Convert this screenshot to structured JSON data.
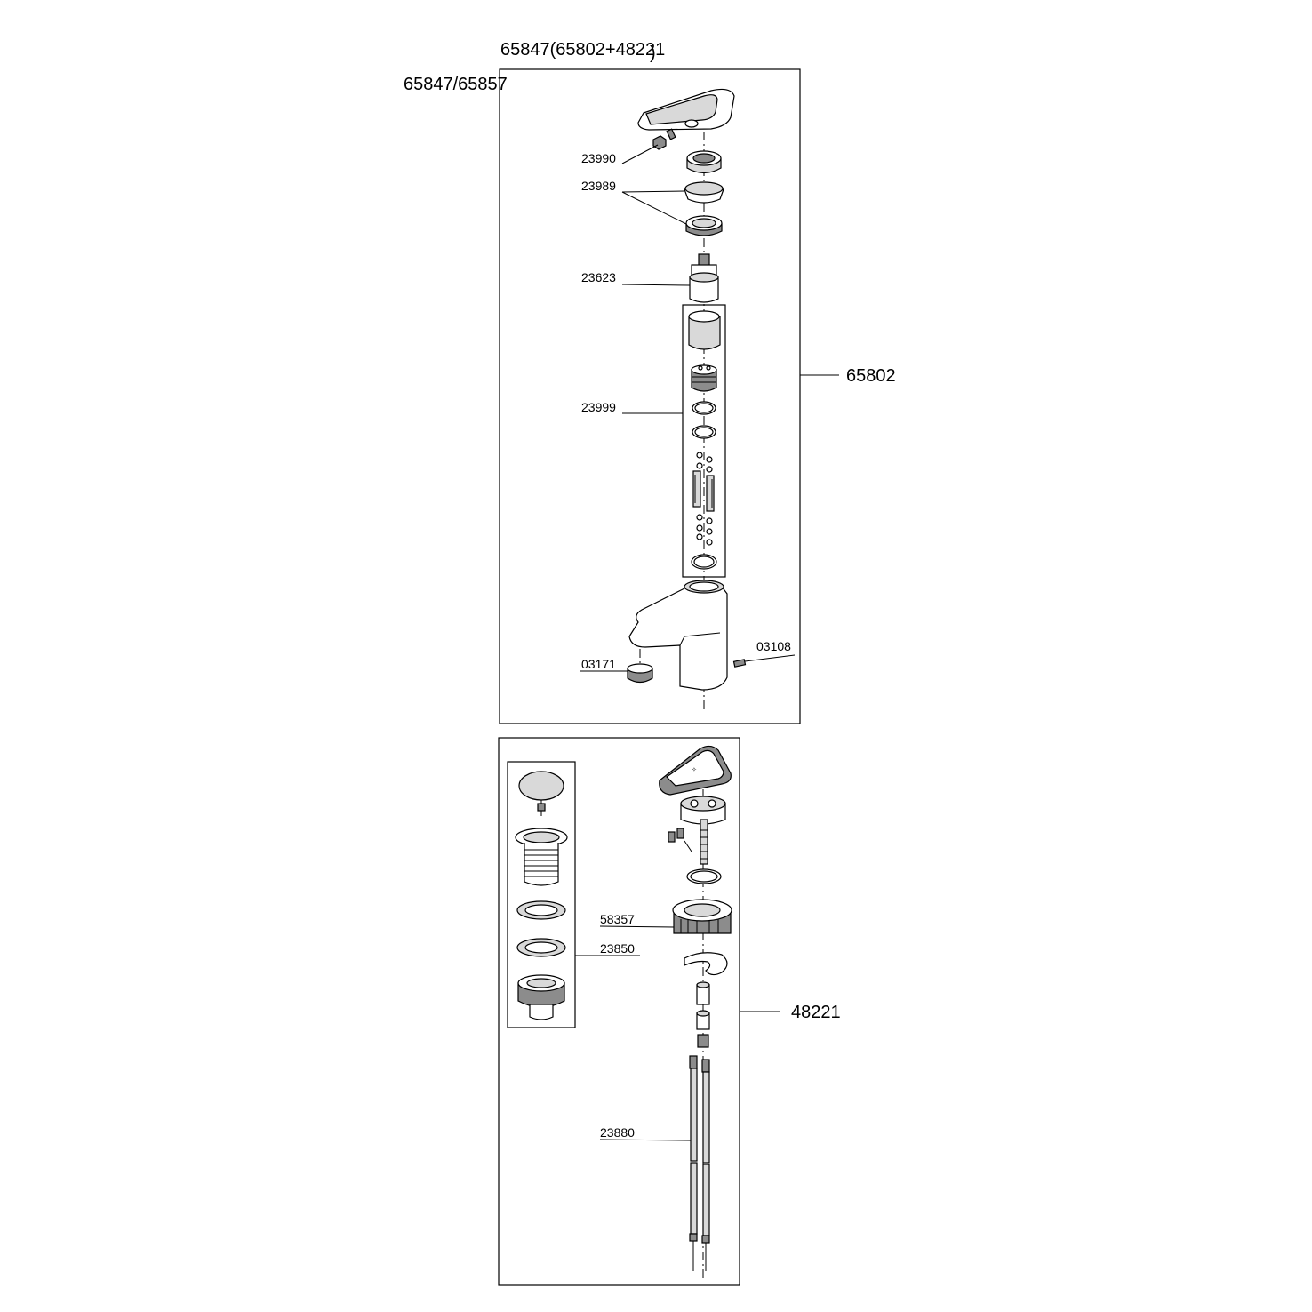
{
  "titles": {
    "set_combination": "65847(65802+48221",
    "set_combination_close": ")",
    "model_variants": "65847/65857"
  },
  "assemblies": {
    "mixer": "65802",
    "drain_kit": "48221"
  },
  "parts": {
    "p23990": "23990",
    "p23989": "23989",
    "p23623": "23623",
    "p23999": "23999",
    "p03108": "03108",
    "p03171": "03171",
    "p58357": "58357",
    "p23850": "23850",
    "p23880": "23880"
  }
}
